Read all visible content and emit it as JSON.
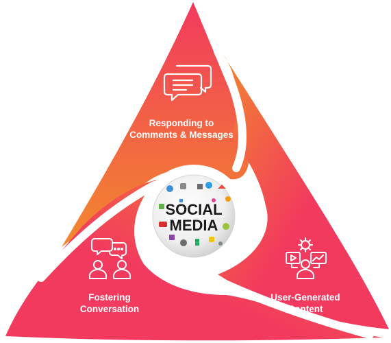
{
  "segments": {
    "top": {
      "label_line1": "Responding to",
      "label_line2": "Comments & Messages",
      "icon": "chat-bubbles-icon"
    },
    "left": {
      "label_line1": "Fostering",
      "label_line2": "Conversation",
      "icon": "people-conversation-icon"
    },
    "right": {
      "label_line1": "User-Generated",
      "label_line2": "Content",
      "icon": "content-creator-icon"
    }
  },
  "center": {
    "line1": "SOCIAL",
    "line2": "MEDIA",
    "icon": "social-media-globe-icon"
  },
  "colors": {
    "gradient_start": "#f23a5e",
    "gradient_end": "#f28a2c",
    "text": "#ffffff",
    "globe_text": "#1b1b1b"
  }
}
